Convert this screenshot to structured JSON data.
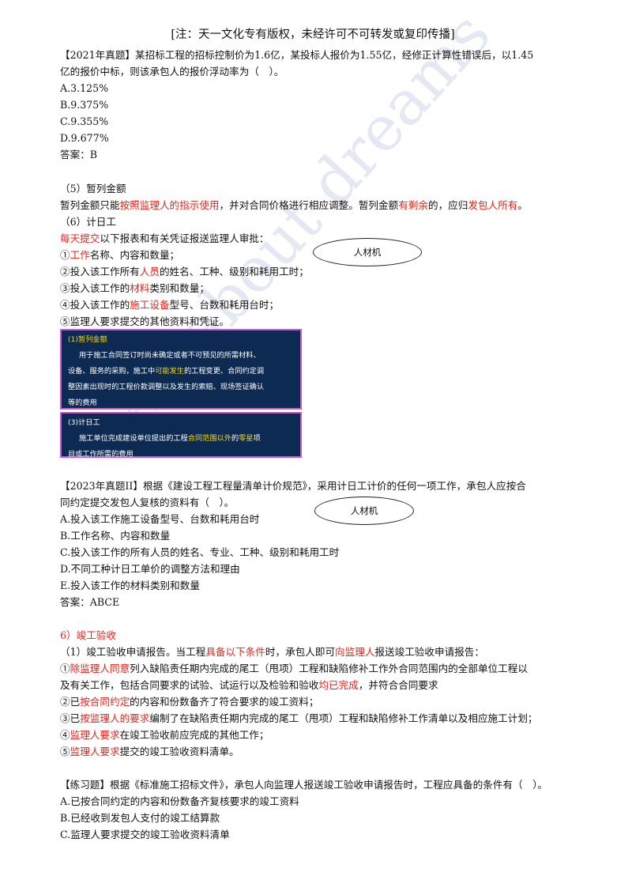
{
  "header": "[注：天一文化专有版权，未经许可不可转发或复印传播]",
  "q1": {
    "line1": "【2021年真题】某招标工程的招标控制价为1.6亿，某投标人报价为1.55亿，经修正计算性错误后，以1.45",
    "line2": "亿的报价中标，则该承包人的报价浮动率为（　）。",
    "options": [
      "A.3.125%",
      "B.9.375%",
      "C.9.355%",
      "D.9.677%"
    ],
    "answer": "答案：B"
  },
  "s5": {
    "title": "（5）暂列金额",
    "p_a": "暂列金额只能",
    "p_b": "按照监理人的指示使用",
    "p_c": "，并对合同价格进行相应调整。暂列金额",
    "p_d": "有剩余",
    "p_e": "的，应归",
    "p_f": "发包人所有",
    "p_g": "。"
  },
  "s6": {
    "title": "（6）计日工",
    "intro_a": "每天提交",
    "intro_b": "以下报表和有关凭证报送监理人审批：",
    "i1a": "①",
    "i1b": "工作",
    "i1c": "名称、内容和数量；",
    "i2a": "②投入该工作所有",
    "i2b": "人员",
    "i2c": "的姓名、工种、级别和耗用工时；",
    "i3a": "③投入该工作的",
    "i3b": "材料",
    "i3c": "类别和数量；",
    "i4a": "④投入该工作的",
    "i4b": "施工设备",
    "i4c": "型号、台数和耗用台时；",
    "i5": "⑤监理人要求提交的其他资料和凭证。",
    "oval": "人材机"
  },
  "box1": {
    "title": "(1)暂列金额",
    "l1": "用于施工合同签订时尚未确定或者不可预见的所需材料、",
    "l2a": "设备、服务的采购，施工中",
    "l2b": "可能发生",
    "l2c": "的工程变更、合同约定调",
    "l3": "整因素出现时的工程价款调整以及发生的索赔、现场签证确认",
    "l4": "等的费用"
  },
  "box2": {
    "title": "(3)计日工",
    "l1a": "施工单位完成建设单位提出的工程",
    "l1b": "合同范围以外",
    "l1c": "的",
    "l1d": "零星",
    "l1e": "项",
    "l2": "目或工作所需的费用"
  },
  "q2": {
    "line1": "【2023年真题II】根据《建设工程工程量清单计价规范》，采用计日工计价的任何一项工作，承包人应按合",
    "line2": "同约定提交发包人复核的资料有（　）。",
    "options": [
      "A.投入该工作施工设备型号、台数和耗用台时",
      "B.工作名称、内容和数量",
      "C.投入该工作的所有人员的姓名、专业、工种、级别和耗用工时",
      "D.不同工种计日工单价的调整方法和理由",
      "E.投入该工作的材料类别和数量"
    ],
    "answer": "答案：ABCE",
    "oval": "人材机"
  },
  "s6b": {
    "title": "6）竣工验收",
    "p1a": "（1）竣工验收申请报告。当工程",
    "p1b": "具备以下条件",
    "p1c": "时，承包人即可",
    "p1d": "向监理人",
    "p1e": "报送竣工验收申请报告：",
    "c1a": "①",
    "c1b": "除监理人同意",
    "c1c": "列入缺陷责任期内完成的尾工（甩项）工程和缺陷修补工作外合同范围内的全部单位工程以",
    "c1d": "及有关工作，包括合同要求的试验、试运行以及检验和验收",
    "c1e": "均已完成",
    "c1f": "，并符合合同要求",
    "c2a": "②已",
    "c2b": "按合同约定",
    "c2c": "的内容和份数备齐了符合要求的竣工资料；",
    "c3a": "③已",
    "c3b": "按监理人的要求",
    "c3c": "编制了在缺陷责任期内完成的尾工（甩项）工程和缺陷修补工作清单以及相应施工计划；",
    "c4a": "④",
    "c4b": "监理人要求",
    "c4c": "在竣工验收前应完成的其他工作；",
    "c5a": "⑤",
    "c5b": "监理人要求",
    "c5c": "提交的竣工验收资料清单。"
  },
  "q3": {
    "line1": "【练习题】根据《标准施工招标文件》，承包人向监理人报送竣工验收申请报告时，工程应具备的条件有（　）。",
    "options": [
      "A.已按合同约定的内容和份数备齐复核要求的竣工资料",
      "B.已经收到发包人支付的竣工结算款",
      "C.监理人要求提交的竣工验收资料清单"
    ]
  },
  "watermark": "All about dreams",
  "colors": {
    "red": "#e0261c",
    "box_bg": "#0c2a52",
    "box_border": "#c75ad2",
    "highlight": "#f5d817"
  }
}
